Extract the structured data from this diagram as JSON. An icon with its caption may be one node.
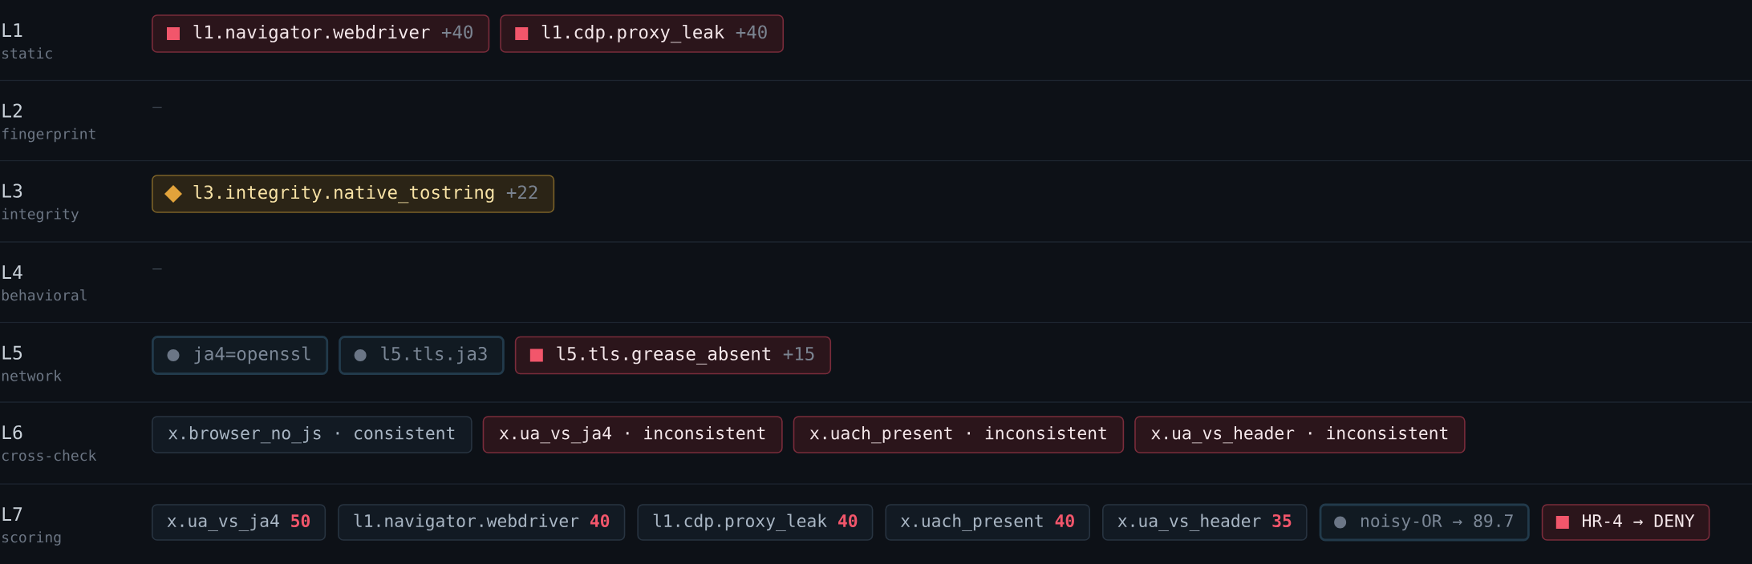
{
  "diagram": {
    "nodes": [
      {
        "text": [
          "l1.navigator.webdriver",
          "+40"
        ]
      },
      {
        "text": [
          "l1.cdp.proxy_leak",
          "+40"
        ]
      },
      {
        "text": [
          "l3.integrity.native_tostring",
          "+22"
        ]
      },
      {
        "text": [
          "ja4=openssl"
        ]
      },
      {
        "text": [
          "l5.tls.ja3"
        ]
      },
      {
        "text": [
          "l5.tls.grease_absent",
          "+15"
        ]
      },
      {
        "text": [
          "x.browser_no_js · consistent"
        ]
      },
      {
        "text": [
          "x.ua_vs_ja4 · inconsistent"
        ]
      },
      {
        "text": [
          "x.uach_present · inconsistent"
        ]
      },
      {
        "text": [
          "x.ua_vs_header · inconsistent"
        ]
      },
      {
        "text": [
          "x.ua_vs_ja4",
          "50"
        ]
      },
      {
        "text": [
          "l1.navigator.webdriver",
          "40"
        ]
      },
      {
        "text": [
          "l1.cdp.proxy_leak",
          "40"
        ]
      },
      {
        "text": [
          "x.uach_present",
          "40"
        ]
      },
      {
        "text": [
          "x.ua_vs_header",
          "35"
        ]
      },
      {
        "text": [
          "noisy-OR → 89.7"
        ]
      },
      {
        "text": [
          "HR-4 → DENY"
        ]
      }
    ],
    "labels": [
      "L1",
      "static",
      "L2",
      "fingerprint",
      "—",
      "L3",
      "integrity",
      "L4",
      "behavioral",
      "—",
      "L5",
      "network",
      "L6",
      "cross-check",
      "L7",
      "scoring"
    ]
  }
}
